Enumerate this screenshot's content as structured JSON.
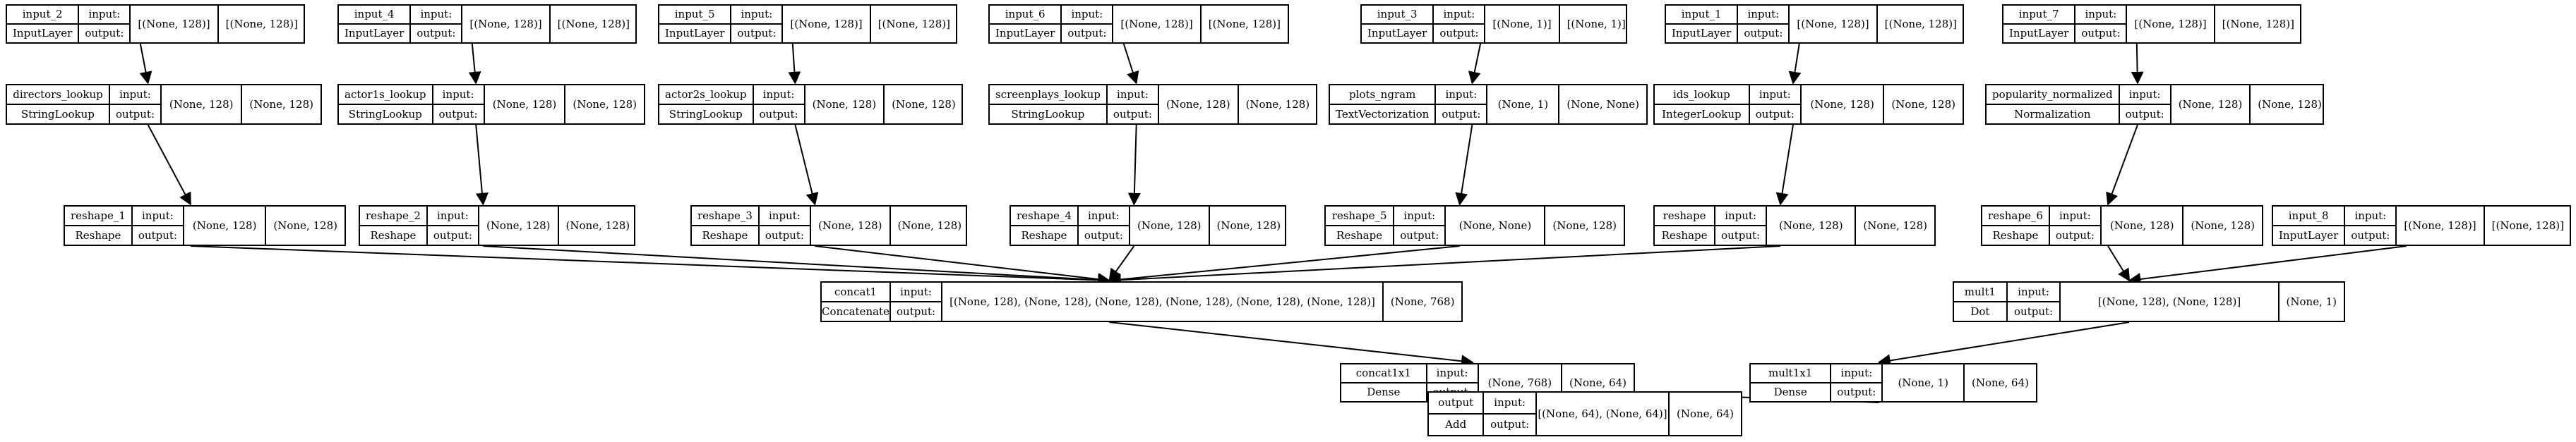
{
  "nodes": [
    {
      "id": "input_2",
      "name": "input_2",
      "type": "InputLayer",
      "in_label": "input:",
      "out_label": "output:",
      "in_shape": "[(None, 128)]",
      "out_shape": "[(None, 128)]"
    },
    {
      "id": "directors_lookup",
      "name": "directors_lookup",
      "type": "StringLookup",
      "in_label": "input:",
      "out_label": "output:",
      "in_shape": "(None, 128)",
      "out_shape": "(None, 128)"
    },
    {
      "id": "reshape_1",
      "name": "reshape_1",
      "type": "Reshape",
      "in_label": "input:",
      "out_label": "output:",
      "in_shape": "(None, 128)",
      "out_shape": "(None, 128)"
    },
    {
      "id": "input_4",
      "name": "input_4",
      "type": "InputLayer",
      "in_label": "input:",
      "out_label": "output:",
      "in_shape": "[(None, 128)]",
      "out_shape": "[(None, 128)]"
    },
    {
      "id": "actor1s_lookup",
      "name": "actor1s_lookup",
      "type": "StringLookup",
      "in_label": "input:",
      "out_label": "output:",
      "in_shape": "(None, 128)",
      "out_shape": "(None, 128)"
    },
    {
      "id": "reshape_2",
      "name": "reshape_2",
      "type": "Reshape",
      "in_label": "input:",
      "out_label": "output:",
      "in_shape": "(None, 128)",
      "out_shape": "(None, 128)"
    },
    {
      "id": "input_5",
      "name": "input_5",
      "type": "InputLayer",
      "in_label": "input:",
      "out_label": "output:",
      "in_shape": "[(None, 128)]",
      "out_shape": "[(None, 128)]"
    },
    {
      "id": "actor2s_lookup",
      "name": "actor2s_lookup",
      "type": "StringLookup",
      "in_label": "input:",
      "out_label": "output:",
      "in_shape": "(None, 128)",
      "out_shape": "(None, 128)"
    },
    {
      "id": "reshape_3",
      "name": "reshape_3",
      "type": "Reshape",
      "in_label": "input:",
      "out_label": "output:",
      "in_shape": "(None, 128)",
      "out_shape": "(None, 128)"
    },
    {
      "id": "input_6",
      "name": "input_6",
      "type": "InputLayer",
      "in_label": "input:",
      "out_label": "output:",
      "in_shape": "[(None, 128)]",
      "out_shape": "[(None, 128)]"
    },
    {
      "id": "screenplays_lookup",
      "name": "screenplays_lookup",
      "type": "StringLookup",
      "in_label": "input:",
      "out_label": "output:",
      "in_shape": "(None, 128)",
      "out_shape": "(None, 128)"
    },
    {
      "id": "reshape_4",
      "name": "reshape_4",
      "type": "Reshape",
      "in_label": "input:",
      "out_label": "output:",
      "in_shape": "(None, 128)",
      "out_shape": "(None, 128)"
    },
    {
      "id": "input_3",
      "name": "input_3",
      "type": "InputLayer",
      "in_label": "input:",
      "out_label": "output:",
      "in_shape": "[(None, 1)]",
      "out_shape": "[(None, 1)]"
    },
    {
      "id": "plots_ngram",
      "name": "plots_ngram",
      "type": "TextVectorization",
      "in_label": "input:",
      "out_label": "output:",
      "in_shape": "(None, 1)",
      "out_shape": "(None, None)"
    },
    {
      "id": "reshape_5",
      "name": "reshape_5",
      "type": "Reshape",
      "in_label": "input:",
      "out_label": "output:",
      "in_shape": "(None, None)",
      "out_shape": "(None, 128)"
    },
    {
      "id": "input_1",
      "name": "input_1",
      "type": "InputLayer",
      "in_label": "input:",
      "out_label": "output:",
      "in_shape": "[(None, 128)]",
      "out_shape": "[(None, 128)]"
    },
    {
      "id": "ids_lookup",
      "name": "ids_lookup",
      "type": "IntegerLookup",
      "in_label": "input:",
      "out_label": "output:",
      "in_shape": "(None, 128)",
      "out_shape": "(None, 128)"
    },
    {
      "id": "reshape",
      "name": "reshape",
      "type": "Reshape",
      "in_label": "input:",
      "out_label": "output:",
      "in_shape": "(None, 128)",
      "out_shape": "(None, 128)"
    },
    {
      "id": "input_7",
      "name": "input_7",
      "type": "InputLayer",
      "in_label": "input:",
      "out_label": "output:",
      "in_shape": "[(None, 128)]",
      "out_shape": "[(None, 128)]"
    },
    {
      "id": "popularity_normalized",
      "name": "popularity_normalized",
      "type": "Normalization",
      "in_label": "input:",
      "out_label": "output:",
      "in_shape": "(None, 128)",
      "out_shape": "(None, 128)"
    },
    {
      "id": "reshape_6",
      "name": "reshape_6",
      "type": "Reshape",
      "in_label": "input:",
      "out_label": "output:",
      "in_shape": "(None, 128)",
      "out_shape": "(None, 128)"
    },
    {
      "id": "input_8",
      "name": "input_8",
      "type": "InputLayer",
      "in_label": "input:",
      "out_label": "output:",
      "in_shape": "[(None, 128)]",
      "out_shape": "[(None, 128)]"
    },
    {
      "id": "concat1",
      "name": "concat1",
      "type": "Concatenate",
      "in_label": "input:",
      "out_label": "output:",
      "in_shape": "[(None, 128), (None, 128), (None, 128), (None, 128), (None, 128), (None, 128)]",
      "out_shape": "(None, 768)"
    },
    {
      "id": "mult1",
      "name": "mult1",
      "type": "Dot",
      "in_label": "input:",
      "out_label": "output:",
      "in_shape": "[(None, 128), (None, 128)]",
      "out_shape": "(None, 1)"
    },
    {
      "id": "concat1x1",
      "name": "concat1x1",
      "type": "Dense",
      "in_label": "input:",
      "out_label": "output:",
      "in_shape": "(None, 768)",
      "out_shape": "(None, 64)"
    },
    {
      "id": "mult1x1",
      "name": "mult1x1",
      "type": "Dense",
      "in_label": "input:",
      "out_label": "output:",
      "in_shape": "(None, 1)",
      "out_shape": "(None, 64)"
    },
    {
      "id": "output",
      "name": "output",
      "type": "Add",
      "in_label": "input:",
      "out_label": "output:",
      "in_shape": "[(None, 64), (None, 64)]",
      "out_shape": "(None, 64)"
    }
  ],
  "edges": [
    [
      "input_2",
      "directors_lookup"
    ],
    [
      "directors_lookup",
      "reshape_1"
    ],
    [
      "input_4",
      "actor1s_lookup"
    ],
    [
      "actor1s_lookup",
      "reshape_2"
    ],
    [
      "input_5",
      "actor2s_lookup"
    ],
    [
      "actor2s_lookup",
      "reshape_3"
    ],
    [
      "input_6",
      "screenplays_lookup"
    ],
    [
      "screenplays_lookup",
      "reshape_4"
    ],
    [
      "input_3",
      "plots_ngram"
    ],
    [
      "plots_ngram",
      "reshape_5"
    ],
    [
      "input_1",
      "ids_lookup"
    ],
    [
      "ids_lookup",
      "reshape"
    ],
    [
      "input_7",
      "popularity_normalized"
    ],
    [
      "popularity_normalized",
      "reshape_6"
    ],
    [
      "reshape_1",
      "concat1"
    ],
    [
      "reshape_2",
      "concat1"
    ],
    [
      "reshape_3",
      "concat1"
    ],
    [
      "reshape_4",
      "concat1"
    ],
    [
      "reshape_5",
      "concat1"
    ],
    [
      "reshape",
      "concat1"
    ],
    [
      "reshape_6",
      "mult1"
    ],
    [
      "input_8",
      "mult1"
    ],
    [
      "concat1",
      "concat1x1"
    ],
    [
      "mult1",
      "mult1x1"
    ],
    [
      "concat1x1",
      "output"
    ],
    [
      "mult1x1",
      "output"
    ]
  ]
}
